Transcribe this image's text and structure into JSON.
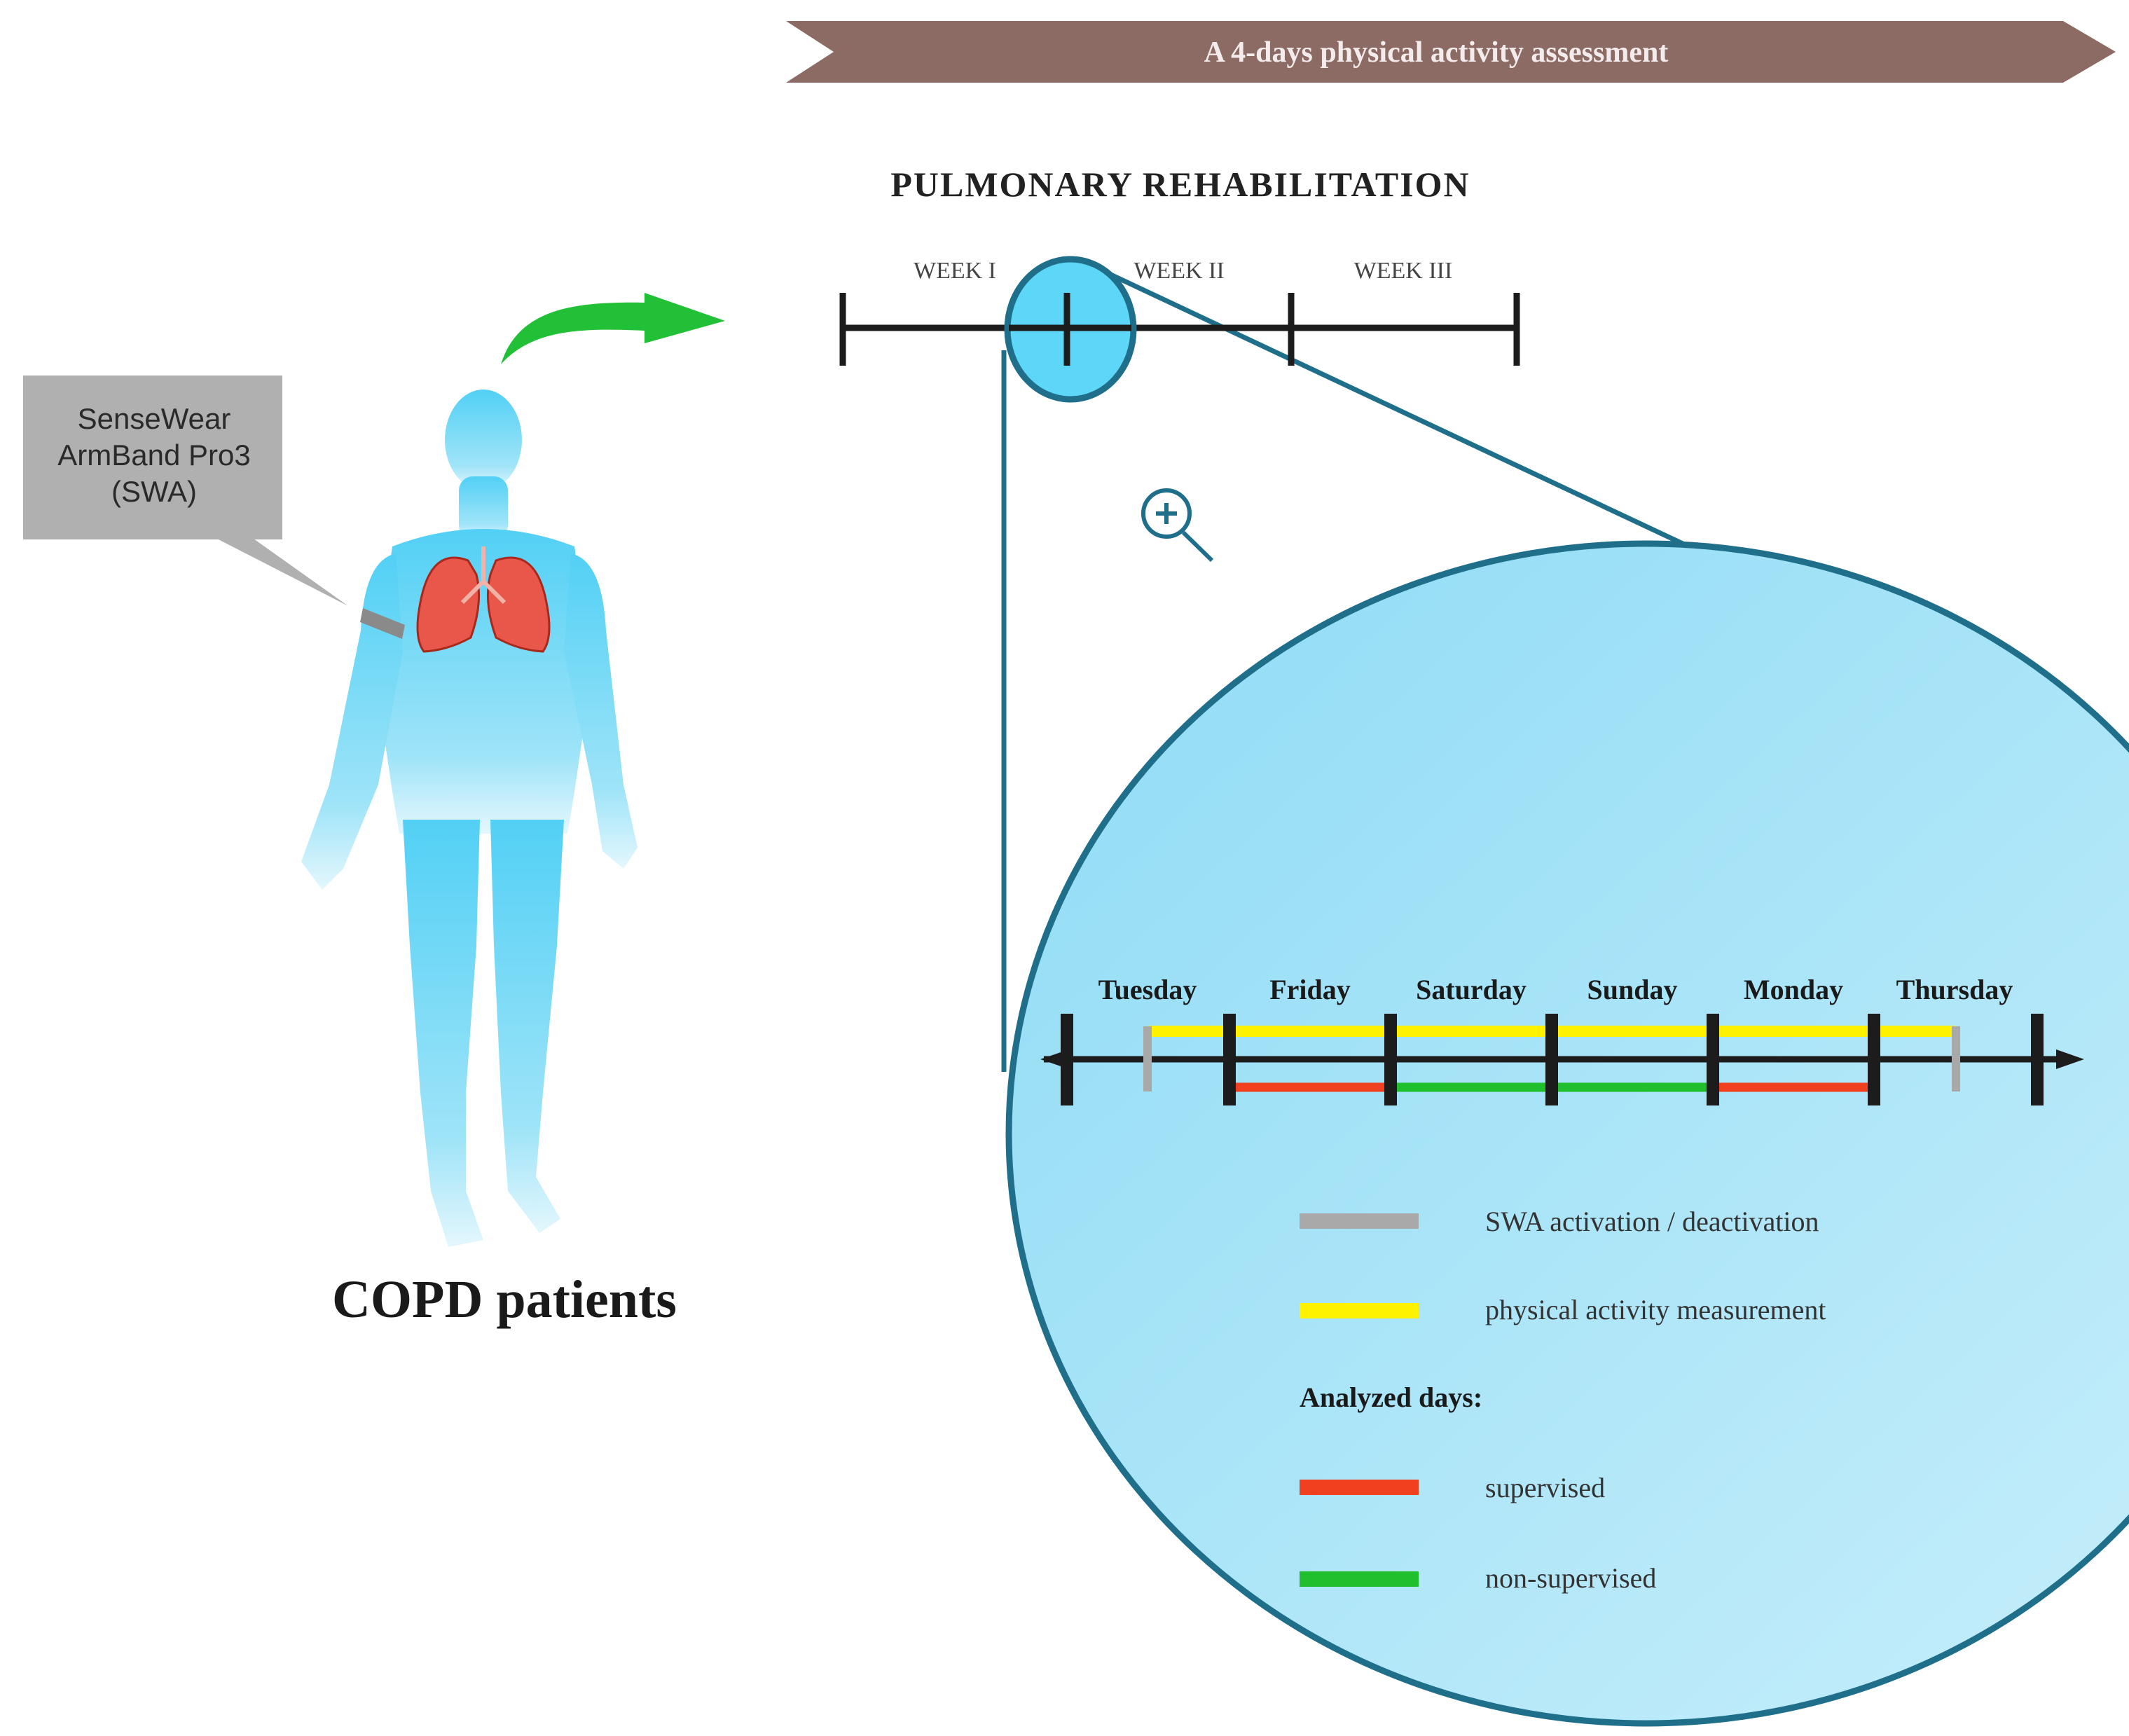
{
  "banner": {
    "text": "A 4-days physical activity assessment"
  },
  "rehab": {
    "title": "PULMONARY REHABILITATION",
    "weeks": [
      "WEEK I",
      "WEEK II",
      "WEEK III"
    ]
  },
  "device": {
    "lines": [
      "SenseWear",
      "ArmBand Pro3",
      "(SWA)"
    ]
  },
  "patients": {
    "label": "COPD patients"
  },
  "days": [
    "Tuesday",
    "Friday",
    "Saturday",
    "Sunday",
    "Monday",
    "Thursday"
  ],
  "legend": {
    "activation": "SWA activation / deactivation",
    "measurement": "physical activity measurement",
    "analyzed_heading": "Analyzed days:",
    "supervised": "supervised",
    "non_supervised": "non-supervised"
  },
  "colors": {
    "banner": "#8b6b63",
    "outline": "#1f6f8b",
    "circle_fill": "#a6e3f7",
    "body": "#5ed4f5",
    "lungs": "#e8574a",
    "arrow": "#22c036",
    "activation": "#a9a9a9",
    "measurement": "#fff200",
    "supervised": "#f0401f",
    "non_supervised": "#1fbf2e"
  },
  "icons": {
    "zoom": "zoom-in-icon"
  }
}
